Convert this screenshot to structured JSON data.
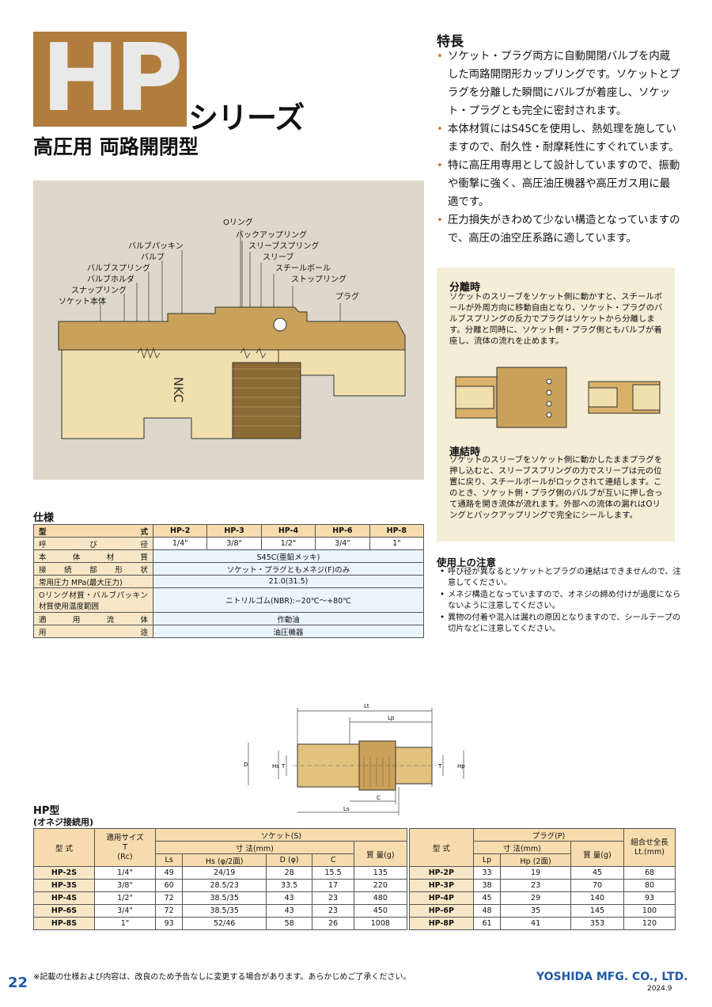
{
  "header": {
    "logo": "HP",
    "series": "シリーズ",
    "subtitle": "高圧用 両路開閉型"
  },
  "features": {
    "title": "特長",
    "bullet": "•",
    "items": [
      "ソケット・プラグ両方に自動開閉バルブを内蔵した両路開閉形カップリングです。ソケットとプラグを分離した瞬間にバルブが着座し、ソケット・プラグとも完全に密封されます。",
      "本体材質にはS45Cを使用し、熱処理を施していますので、耐久性・耐摩耗性にすぐれています。",
      "特に高圧用専用として設計していますので、振動や衝撃に強く、高圧油圧機器や高圧ガス用に最適です。",
      "圧力損失がきわめて少ない構造となっていますので、高圧の油空圧系路に適しています。"
    ]
  },
  "diagram": {
    "labels": {
      "o_ring": "Oリング",
      "backup_ring": "バックアップリング",
      "sleeve_spring": "スリーブスプリング",
      "valve_packing": "バルブパッキン",
      "sleeve": "スリーブ",
      "valve": "バルブ",
      "steel_ball": "スチールボール",
      "valve_spring": "バルブスプリング",
      "stop_ring": "ストップリング",
      "valve_holder": "バルブホルダ",
      "plug": "プラグ",
      "snap_ring": "スナップリング",
      "socket_body": "ソケット本体"
    },
    "body_mark": "NKC"
  },
  "side_panel": {
    "separation_title": "分離時",
    "separation_text": "ソケットのスリーブをソケット側に動かすと、スチールボールが外周方向に移動自由となり、ソケット・プラグのバルブスプリングの反力でプラグはソケットから分離します。分離と同時に、ソケット側・プラグ側ともバルブが着座し、流体の流れを止めます。",
    "connection_title": "連結時",
    "connection_text": "ソケットのスリーブをソケット側に動かしたままプラグを押し込むと、スリーブスプリングの力でスリーブは元の位置に戻り、スチールボールがロックされて連結します。このとき、ソケット側・プラグ側のバルブが互いに押し合って通路を開き流体が流れます。外部への流体の漏れはOリングとバックアップリングで完全にシールします。"
  },
  "spec": {
    "title": "仕様",
    "rows": [
      {
        "label": "型式",
        "values": [
          "HP-2",
          "HP-3",
          "HP-4",
          "HP-6",
          "HP-8"
        ]
      },
      {
        "label": "呼び径",
        "values": [
          "1/4\"",
          "3/8\"",
          "1/2\"",
          "3/4\"",
          "1\""
        ]
      },
      {
        "label": "本体材質",
        "value": "S45C(亜鉛メッキ)"
      },
      {
        "label": "接続部形状",
        "value": "ソケット・プラグともメネジ(F)のみ"
      },
      {
        "label": "常用圧力 MPa(最大圧力)",
        "value": "21.0(31.5)"
      },
      {
        "label": "Oリング材質・バルブパッキン材質使用温度範囲",
        "value": "ニトリルゴム(NBR):−20℃〜+80℃"
      },
      {
        "label": "適用流体",
        "value": "作動油"
      },
      {
        "label": "用途",
        "value": "油圧機器"
      }
    ]
  },
  "notes": {
    "title": "使用上の注意",
    "bullet": "•",
    "items": [
      "呼び径が異なるとソケットとプラグの連結はできませんので、注意してください。",
      "メネジ構造となっていますので、オネジの締め付けが過度にならないように注意してください。",
      "異物の付着や混入は漏れの原因となりますので、シールテープの切片などに注意してください。"
    ]
  },
  "dimension_drawing": {
    "labels": {
      "lt": "Lt",
      "lp": "Lp",
      "d": "D",
      "hs": "Hs",
      "t_left": "T",
      "t_right": "T",
      "hp": "Hp",
      "c": "C",
      "ls": "Ls"
    }
  },
  "dim_table": {
    "title": "HP型",
    "subtitle": "(オネジ接続用)",
    "socket_header": "ソケット(S)",
    "plug_header": "プラグ(P)",
    "model_header": "型 式",
    "size_header": [
      "適用サイズ",
      "T",
      "(Rc)"
    ],
    "dims_header": "寸 法(mm)",
    "mass_header": "質 量(g)",
    "total_header": [
      "組合せ全長",
      "Lt.(mm)"
    ],
    "socket_cols": [
      "Ls",
      "Hs (φ/2面)",
      "D (φ)",
      "C"
    ],
    "plug_cols": [
      "Lp",
      "Hp (2面)"
    ],
    "rows": [
      {
        "s_model": "HP-2S",
        "size": "1/4\"",
        "ls": "49",
        "hs": "24/19",
        "d": "28",
        "c": "15.5",
        "s_mass": "135",
        "p_model": "HP-2P",
        "lp": "33",
        "hp": "19",
        "p_mass": "45",
        "lt": "68"
      },
      {
        "s_model": "HP-3S",
        "size": "3/8\"",
        "ls": "60",
        "hs": "28.5/23",
        "d": "33.5",
        "c": "17",
        "s_mass": "220",
        "p_model": "HP-3P",
        "lp": "38",
        "hp": "23",
        "p_mass": "70",
        "lt": "80"
      },
      {
        "s_model": "HP-4S",
        "size": "1/2\"",
        "ls": "72",
        "hs": "38.5/35",
        "d": "43",
        "c": "23",
        "s_mass": "480",
        "p_model": "HP-4P",
        "lp": "45",
        "hp": "29",
        "p_mass": "140",
        "lt": "93"
      },
      {
        "s_model": "HP-6S",
        "size": "3/4\"",
        "ls": "72",
        "hs": "38.5/35",
        "d": "43",
        "c": "23",
        "s_mass": "450",
        "p_model": "HP-6P",
        "lp": "48",
        "hp": "35",
        "p_mass": "145",
        "lt": "100"
      },
      {
        "s_model": "HP-8S",
        "size": "1\"",
        "ls": "93",
        "hs": "52/46",
        "d": "58",
        "c": "26",
        "s_mass": "1008",
        "p_model": "HP-8P",
        "lp": "61",
        "hp": "41",
        "p_mass": "353",
        "lt": "120"
      }
    ]
  },
  "footer": {
    "page_number": "22",
    "footnote": "※記載の仕様および内容は、改良のため予告なしに変更する場合があります。あらかじめご了承ください。",
    "company": "YOSHIDA MFG. CO., LTD.",
    "date": "2024.9"
  },
  "colors": {
    "brass": "#d8b36a",
    "logo_bg": "#b07d3e",
    "table_header": "#f6dcae",
    "accent_blue": "#1f5aa8"
  }
}
